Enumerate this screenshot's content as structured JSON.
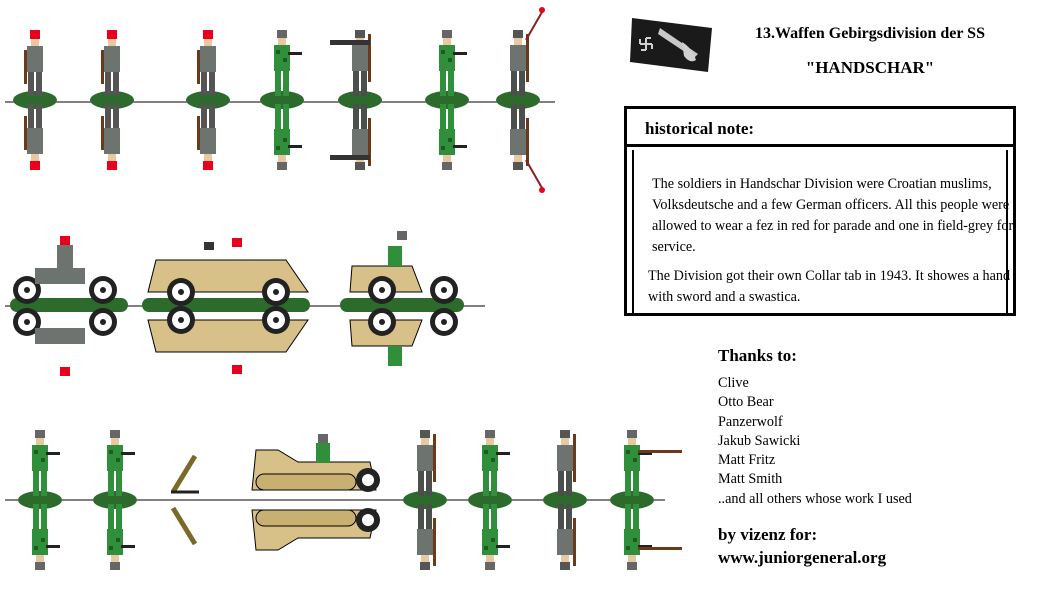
{
  "header": {
    "title": "13.Waffen Gebirgsdivision der SS",
    "subtitle": "\"HANDSCHAR\""
  },
  "note": {
    "heading": "historical note:",
    "paragraph1": "The soldiers in Handschar Division were Croatian muslims, Volksdeutsche and a few German officers. All this people were allowed to wear a fez in red for parade and one in field-grey for service.",
    "paragraph2": "The Division got their own Collar tab in 1943. It showes a hand with sword and a swastica."
  },
  "thanks": {
    "heading": "Thanks to:",
    "names": [
      "Clive",
      "Otto Bear",
      "Panzerwolf",
      "Jakub Sawicki",
      "Matt Fritz",
      "Matt Smith",
      "..and all others whose work I used"
    ]
  },
  "credit": {
    "line1": "by vizenz for:",
    "line2": "www.juniorgeneral.org"
  },
  "colors": {
    "fez_red": "#e8001c",
    "field_grey": "#6d7470",
    "camo_green": "#2f8f3a",
    "base_green": "#2d6b2d",
    "vehicle_tan": "#d8c089",
    "collar_tab": "#1a1a1a"
  }
}
